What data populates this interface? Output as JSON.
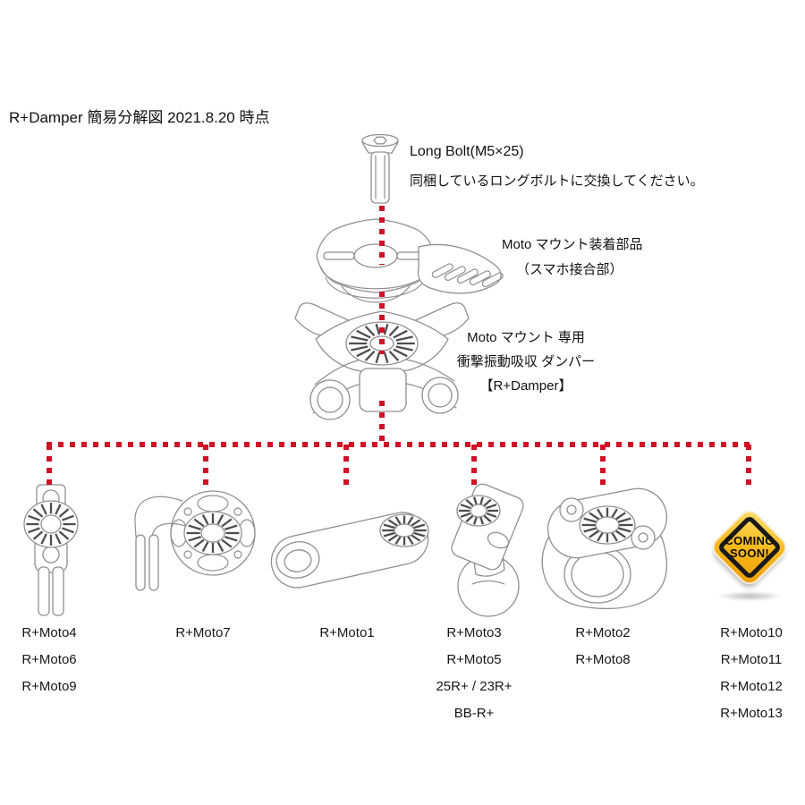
{
  "title": "R+Damper 簡易分解図 2021.8.20 時点",
  "callouts": {
    "long_bolt": {
      "line1": "Long Bolt(M5×25)",
      "line2": "同梱しているロングボルトに交換してください。"
    },
    "mount": {
      "line1": "Moto マウント装着部品",
      "line2": "（スマホ接合部）"
    },
    "damper": {
      "line1": "Moto マウント 専用",
      "line2": "衝撃振動吸収 ダンパー",
      "line3": "【R+Damper】"
    }
  },
  "coming_soon": {
    "line1": "COMING",
    "line2": "SOON!"
  },
  "part_columns": [
    {
      "labels": [
        "R+Moto4",
        "R+Moto6",
        "R+Moto9"
      ]
    },
    {
      "labels": [
        "R+Moto7"
      ]
    },
    {
      "labels": [
        "R+Moto1"
      ]
    },
    {
      "labels": [
        "R+Moto3",
        "R+Moto5",
        "25R+ / 23R+",
        "BB-R+"
      ]
    },
    {
      "labels": [
        "R+Moto2",
        "R+Moto8"
      ]
    },
    {
      "labels": [
        "R+Moto10",
        "R+Moto11",
        "R+Moto12",
        "R+Moto13"
      ]
    }
  ],
  "colors": {
    "connector_red": "#cf1126",
    "line_art_gray": "#909090",
    "sign_yellow_light": "#ffe06a",
    "sign_yellow_dark": "#ef9d00",
    "sign_frame_black": "#191919"
  }
}
